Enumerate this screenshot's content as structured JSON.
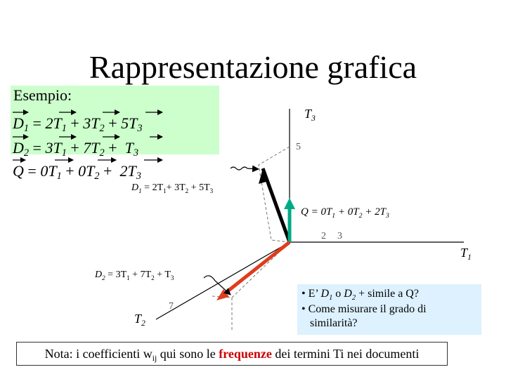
{
  "title": "Rappresentazione grafica",
  "example": {
    "heading": "Esempio:",
    "d1": {
      "name": "D",
      "sub": "1",
      "c1": "2T",
      "c1s": "1",
      "c2": "3T",
      "c2s": "2",
      "c3": "5T",
      "c3s": "3"
    },
    "d2": {
      "name": "D",
      "sub": "2",
      "c1": "3T",
      "c1s": "1",
      "c2": "7T",
      "c2s": "2",
      "c3": "T",
      "c3s": "3"
    },
    "q": {
      "name": "Q",
      "c1": "0T",
      "c1s": "1",
      "c2": "0T",
      "c2s": "2",
      "c3": "2T",
      "c3s": "3"
    }
  },
  "axes": {
    "t3": {
      "name": "T",
      "sub": "3"
    },
    "t1": {
      "name": "T",
      "sub": "1"
    },
    "t2": {
      "name": "T",
      "sub": "2"
    }
  },
  "ticks": {
    "t3_5": "5",
    "t1_2": "2",
    "t1_3": "3",
    "t2_7": "7"
  },
  "vector_labels": {
    "d1": {
      "p1": "D",
      "s1": "1",
      "p2": " = 2T",
      "s2": "1",
      "p3": "+ 3T",
      "s3": "2",
      "p4": " + 5T",
      "s4": "3"
    },
    "q": {
      "p1": "Q = 0T",
      "s1": "1",
      "p2": " + 0T",
      "s2": "2",
      "p3": " + 2T",
      "s3": "3"
    },
    "d2": {
      "p1": "D",
      "s1": "2",
      "p2": " = 3T",
      "s2": "1",
      "p3": " + 7T",
      "s3": "2",
      "p4": " +  T",
      "s4": "3"
    }
  },
  "questions": {
    "bullet": "•",
    "q1_a": "E’ ",
    "q1_d1": "D",
    "q1_d1s": "1",
    "q1_o": " o ",
    "q1_d2": "D",
    "q1_d2s": "2",
    "q1_b": " + simile a Q?",
    "q2_line1": "Come misurare il grado di",
    "q2_line2": "similarità?"
  },
  "note": {
    "prefix": "Nota: i coefficienti w",
    "sub": "ij",
    "middle": " qui sono le ",
    "highlight": "frequenze",
    "suffix": " dei termini Ti nei documenti"
  },
  "colors": {
    "example_bg": "#ccffcc",
    "question_bg": "#ddf1ff",
    "d1_vector": "#000000",
    "q_vector": "#00aa88",
    "d2_vector": "#e03c1c",
    "highlight": "#cc0000"
  }
}
